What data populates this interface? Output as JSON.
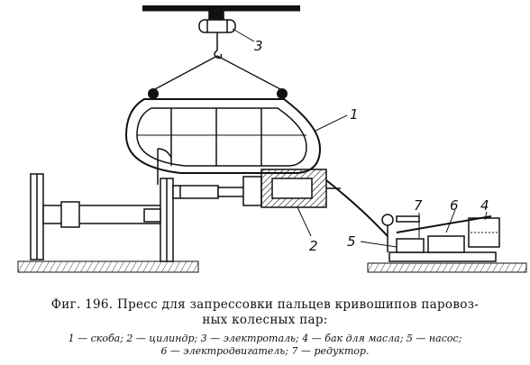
{
  "figure": {
    "labels": {
      "frame": "1",
      "cylinder": "2",
      "hoist": "3",
      "oil_tank": "4",
      "pump": "5",
      "motor": "6",
      "reducer": "7"
    }
  },
  "caption": {
    "title_line1": "Фиг. 196. Пресс для запрессовки пальцев кривошипов паровоз-",
    "title_line2": "ных колесных пар:",
    "legend_line1": "1 — скоба; 2 — цилиндр; 3 — электроталь; 4 — бак для масла; 5 — насос;",
    "legend_line2": "6 — электродвигатель; 7 — редуктор."
  },
  "colors": {
    "ink": "#111111",
    "paper": "#ffffff"
  }
}
